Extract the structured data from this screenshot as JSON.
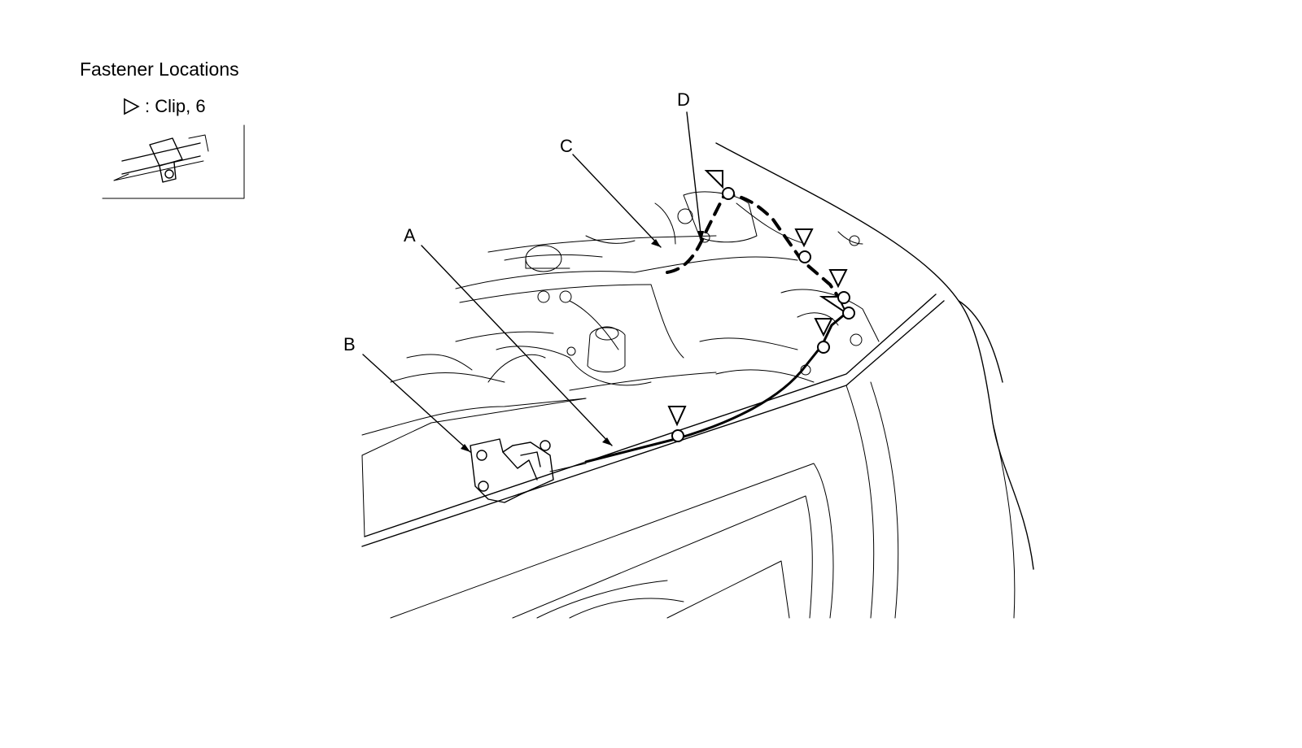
{
  "header": {
    "title": "Fastener Locations"
  },
  "legend": {
    "symbol_icon": "triangle-clip-icon",
    "text": ": Clip, 6"
  },
  "callouts": {
    "a": "A",
    "b": "B",
    "c": "C",
    "d": "D"
  }
}
